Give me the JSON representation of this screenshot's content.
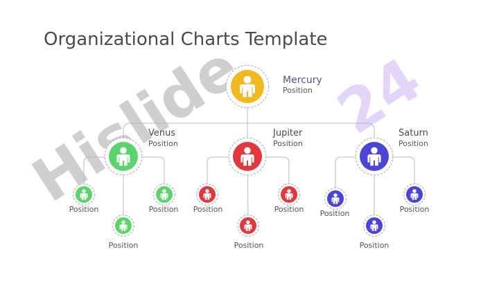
{
  "slide": {
    "title": "Organizational Charts Template",
    "watermark": {
      "text_gray": "Hislide",
      "text_purple": "24"
    }
  },
  "org": {
    "root": {
      "name": "Mercury",
      "position": "Position",
      "color": "#F2B820"
    },
    "children": [
      {
        "name": "Venus",
        "position": "Position",
        "color": "#5BD46E",
        "subordinates": [
          "Position",
          "Position",
          "Position"
        ]
      },
      {
        "name": "Jupiter",
        "position": "Position",
        "color": "#E0383E",
        "subordinates": [
          "Position",
          "Position",
          "Position"
        ]
      },
      {
        "name": "Saturn",
        "position": "Position",
        "color": "#4B45D6",
        "subordinates": [
          "Position",
          "Position",
          "Position"
        ]
      }
    ]
  },
  "icons": {
    "person": "person-icon"
  }
}
